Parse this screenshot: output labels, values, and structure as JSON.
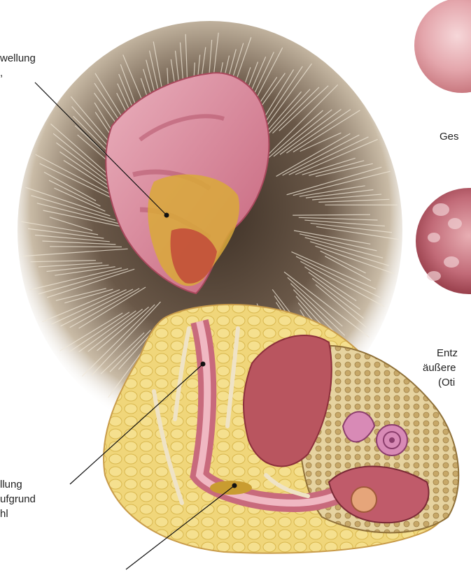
{
  "labels": {
    "swelling_top": [
      "wellung",
      ","
    ],
    "healthy": "Ges",
    "inflamed": [
      "Entz",
      "äußere",
      "(Oti"
    ],
    "swelling_bottom": [
      "llung",
      "ufgrund",
      "hl"
    ]
  },
  "colors": {
    "fur_dark": "#5b4a3c",
    "fur_light": "#e9e1d3",
    "skin_pink": "#d98a9a",
    "skin_deep": "#b4506a",
    "fat_yellow": "#e9c85a",
    "bone": "#d7c08a",
    "inflamed_red": "#a0303a"
  }
}
